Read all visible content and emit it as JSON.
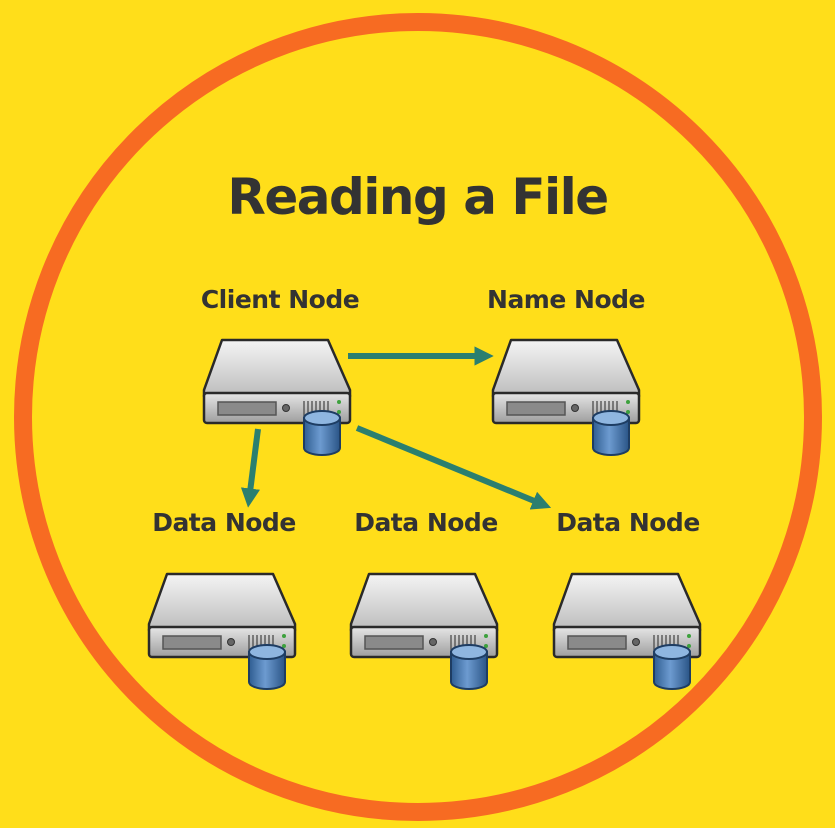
{
  "title": "Reading a File",
  "nodes": {
    "client": "Client Node",
    "name": "Name Node",
    "data1": "Data Node",
    "data2": "Data Node",
    "data3": "Data Node"
  },
  "colors": {
    "background": "#ffde1a",
    "ring": "#f76b22",
    "arrow": "#2b7f6f",
    "text": "#333333",
    "server_body": "#c9c9c9",
    "database": "#3b6ea5"
  },
  "icons": {
    "server": "server-icon",
    "database": "database-icon",
    "arrow": "arrow-icon"
  }
}
